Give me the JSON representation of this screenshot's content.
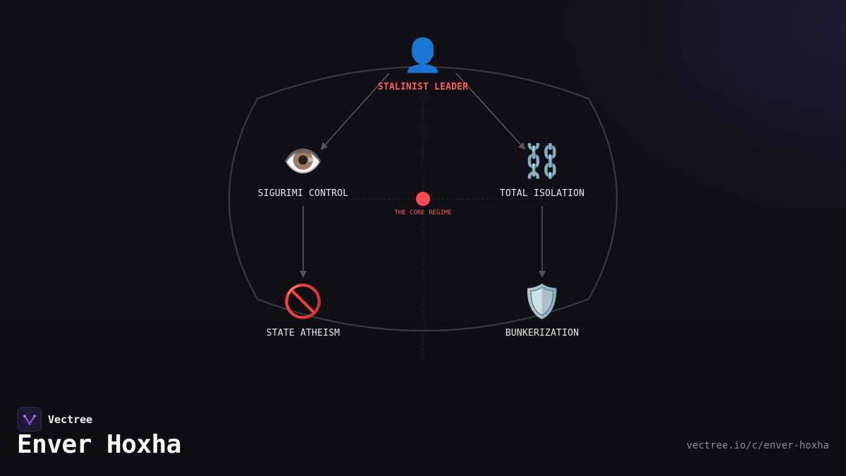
{
  "brand": {
    "name": "Vectree",
    "logo_icon": "branching-tree-icon",
    "accent": "#a855f7"
  },
  "page": {
    "title": "Enver Hoxha",
    "url": "vectree.io/c/enver-hoxha"
  },
  "diagram": {
    "core_label": "THE CORE REGIME",
    "accent": "#ff5a5a",
    "nodes": {
      "leader": {
        "label": "STALINIST LEADER",
        "icon": "👤",
        "icon_name": "person-silhouette-icon"
      },
      "sigurimi": {
        "label": "SIGURIMI CONTROL",
        "icon": "👁️",
        "icon_name": "eye-icon"
      },
      "isolation": {
        "label": "TOTAL ISOLATION",
        "icon": "⛓️",
        "icon_name": "chain-icon"
      },
      "atheism": {
        "label": "STATE ATHEISM",
        "icon": "🚫",
        "icon_name": "prohibited-icon"
      },
      "bunker": {
        "label": "BUNKERIZATION",
        "icon": "🛡️",
        "icon_name": "shield-icon"
      }
    },
    "edges": [
      {
        "from": "leader",
        "to": "sigurimi"
      },
      {
        "from": "leader",
        "to": "isolation"
      },
      {
        "from": "sigurimi",
        "to": "atheism"
      },
      {
        "from": "isolation",
        "to": "bunker"
      }
    ]
  }
}
